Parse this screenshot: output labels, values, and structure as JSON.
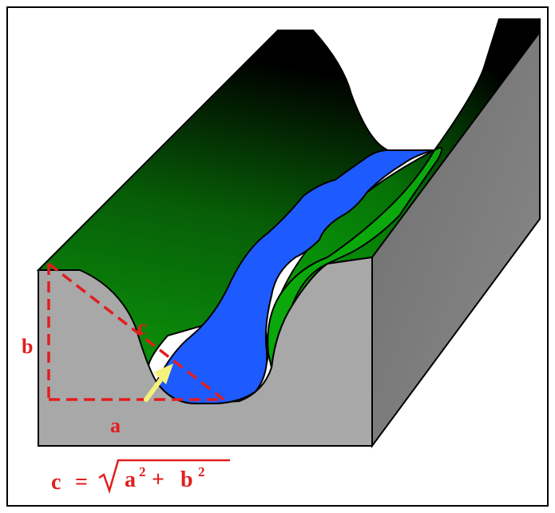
{
  "labels": {
    "a": "a",
    "b": "b",
    "c": "c"
  },
  "formula": {
    "lhs": "c",
    "equals": "=",
    "a_term": "a",
    "a_exp": "2",
    "plus": "+",
    "b_term": "b",
    "b_exp": "2"
  },
  "colors": {
    "background": "#ffffff",
    "frame": "#000000",
    "ground_front": "#a9a9a9",
    "ground_side": "#7a7a7a",
    "vegetation_light": "#0aa80a",
    "vegetation_dark": "#000000",
    "water": "#1e5bff",
    "triangle": "#e21d1d",
    "arrow": "#f4f27a",
    "outline": "#000000"
  }
}
